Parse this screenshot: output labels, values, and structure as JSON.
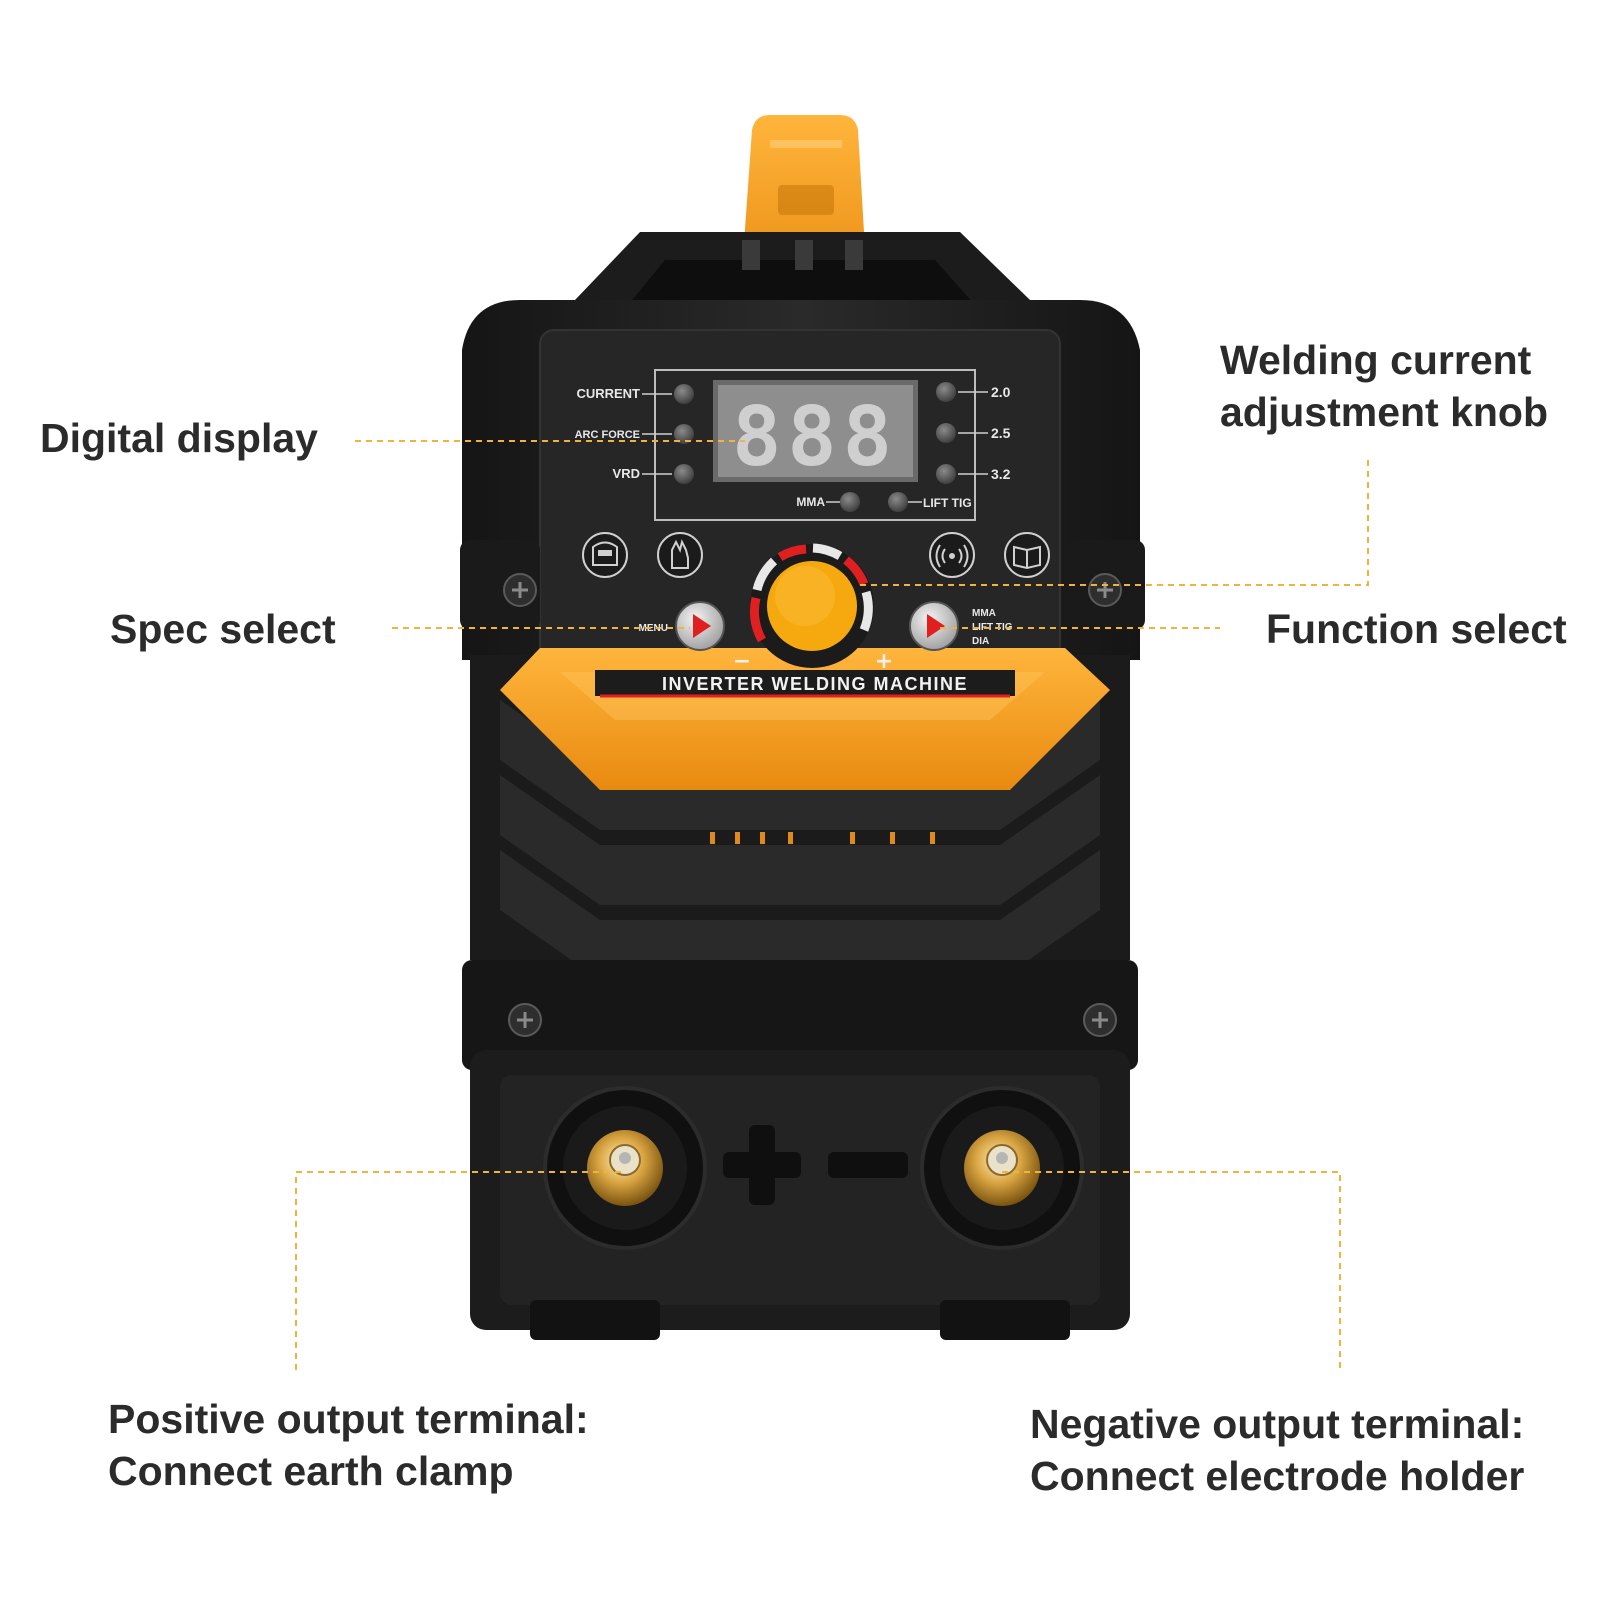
{
  "callouts": {
    "digital_display": "Digital display",
    "spec_select": "Spec select",
    "welding_current_line1": "Welding current",
    "welding_current_line2": "adjustment knob",
    "function_select": "Function select",
    "positive_line1": "Positive output terminal:",
    "positive_line2": "Connect earth clamp",
    "negative_line1": "Negative output terminal:",
    "negative_line2": "Connect electrode holder"
  },
  "panel": {
    "left_indicators": [
      "CURRENT",
      "ARC FORCE",
      "VRD"
    ],
    "right_indicators": [
      "2.0",
      "2.5",
      "3.2"
    ],
    "mode_left": "MMA",
    "mode_right": "LIFT TIG",
    "display_digits": "888",
    "menu_label": "MENU",
    "function_options": [
      "MMA",
      "LIFT TIG",
      "DIA"
    ],
    "knob_minus": "−",
    "knob_plus": "+",
    "brand_text": "INVERTER WELDING MACHINE"
  },
  "icons": [
    "welding-helmet-icon",
    "glove-icon",
    "wireless-icon",
    "manual-book-icon"
  ],
  "colors": {
    "accent_orange": "#f5a623",
    "body_black": "#1f1f1f",
    "leader_line": "#f0b43c",
    "label_text": "#2b2b2b",
    "button_red": "#e02020",
    "brass": "#d9a441"
  }
}
